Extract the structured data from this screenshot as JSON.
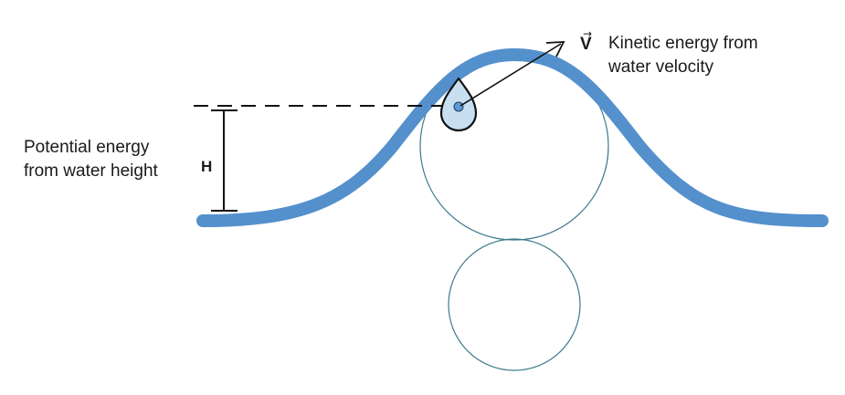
{
  "labels": {
    "potential_energy_line1": "Potential energy",
    "potential_energy_line2": "from water height",
    "kinetic_energy_line1": "Kinetic energy from",
    "kinetic_energy_line2": "water velocity",
    "height_symbol": "H",
    "velocity_symbol": "V",
    "velocity_arrow": "→"
  },
  "colors": {
    "water_line": "#5490cc",
    "roller_outline": "#3d7a8c",
    "droplet_fill": "#c7dff0",
    "droplet_center": "#5b9bd5",
    "ink": "#111111"
  }
}
